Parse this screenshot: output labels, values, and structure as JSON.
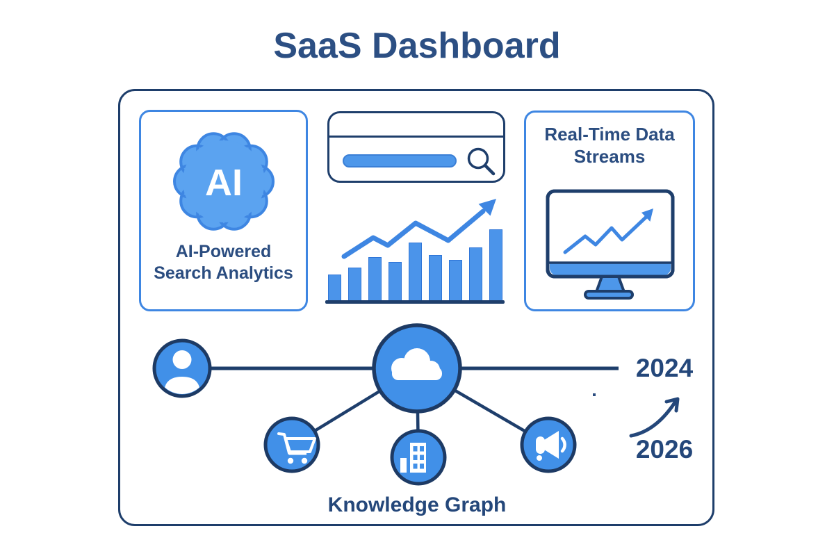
{
  "title": "SaaS Dashboard",
  "cards": {
    "ai": {
      "badge": "AI",
      "label_line1": "AI-Powered",
      "label_line2": "Search Analytics"
    },
    "realtime": {
      "label_line1": "Real-Time Data",
      "label_line2": "Streams"
    }
  },
  "graph": {
    "label": "Knowledge Graph"
  },
  "timeline": {
    "year_top": "2024",
    "year_bottom": "2026"
  },
  "chart_data": {
    "type": "bar",
    "categories": [],
    "values": [
      38,
      48,
      63,
      56,
      84,
      66,
      59,
      77,
      103
    ],
    "title": "",
    "xlabel": "",
    "ylabel": "",
    "unit": "relative pixel heights (no axis labels shown)",
    "annotations": [
      "rising zigzag trend line with arrowhead above bars"
    ]
  },
  "icons": {
    "ai_brain": "brain-cloud",
    "search": "magnifier",
    "monitor": "desktop-monitor-with-growth-arrow",
    "user": "person",
    "hub": "cloud",
    "cart": "shopping-cart",
    "building": "office-building",
    "megaphone": "megaphone-speaker",
    "growth": "curved-growth-arrow"
  },
  "colors": {
    "navy_outline": "#1e3e6b",
    "navy_text": "#2b4d80",
    "accent_blue": "#3e86e2",
    "node_fill_blue": "#4190e8",
    "bar_fill_blue": "#4b94ea",
    "brain_fill_blue": "#5ba3f0",
    "pill_blue": "#4d97ea",
    "background": "#ffffff"
  }
}
